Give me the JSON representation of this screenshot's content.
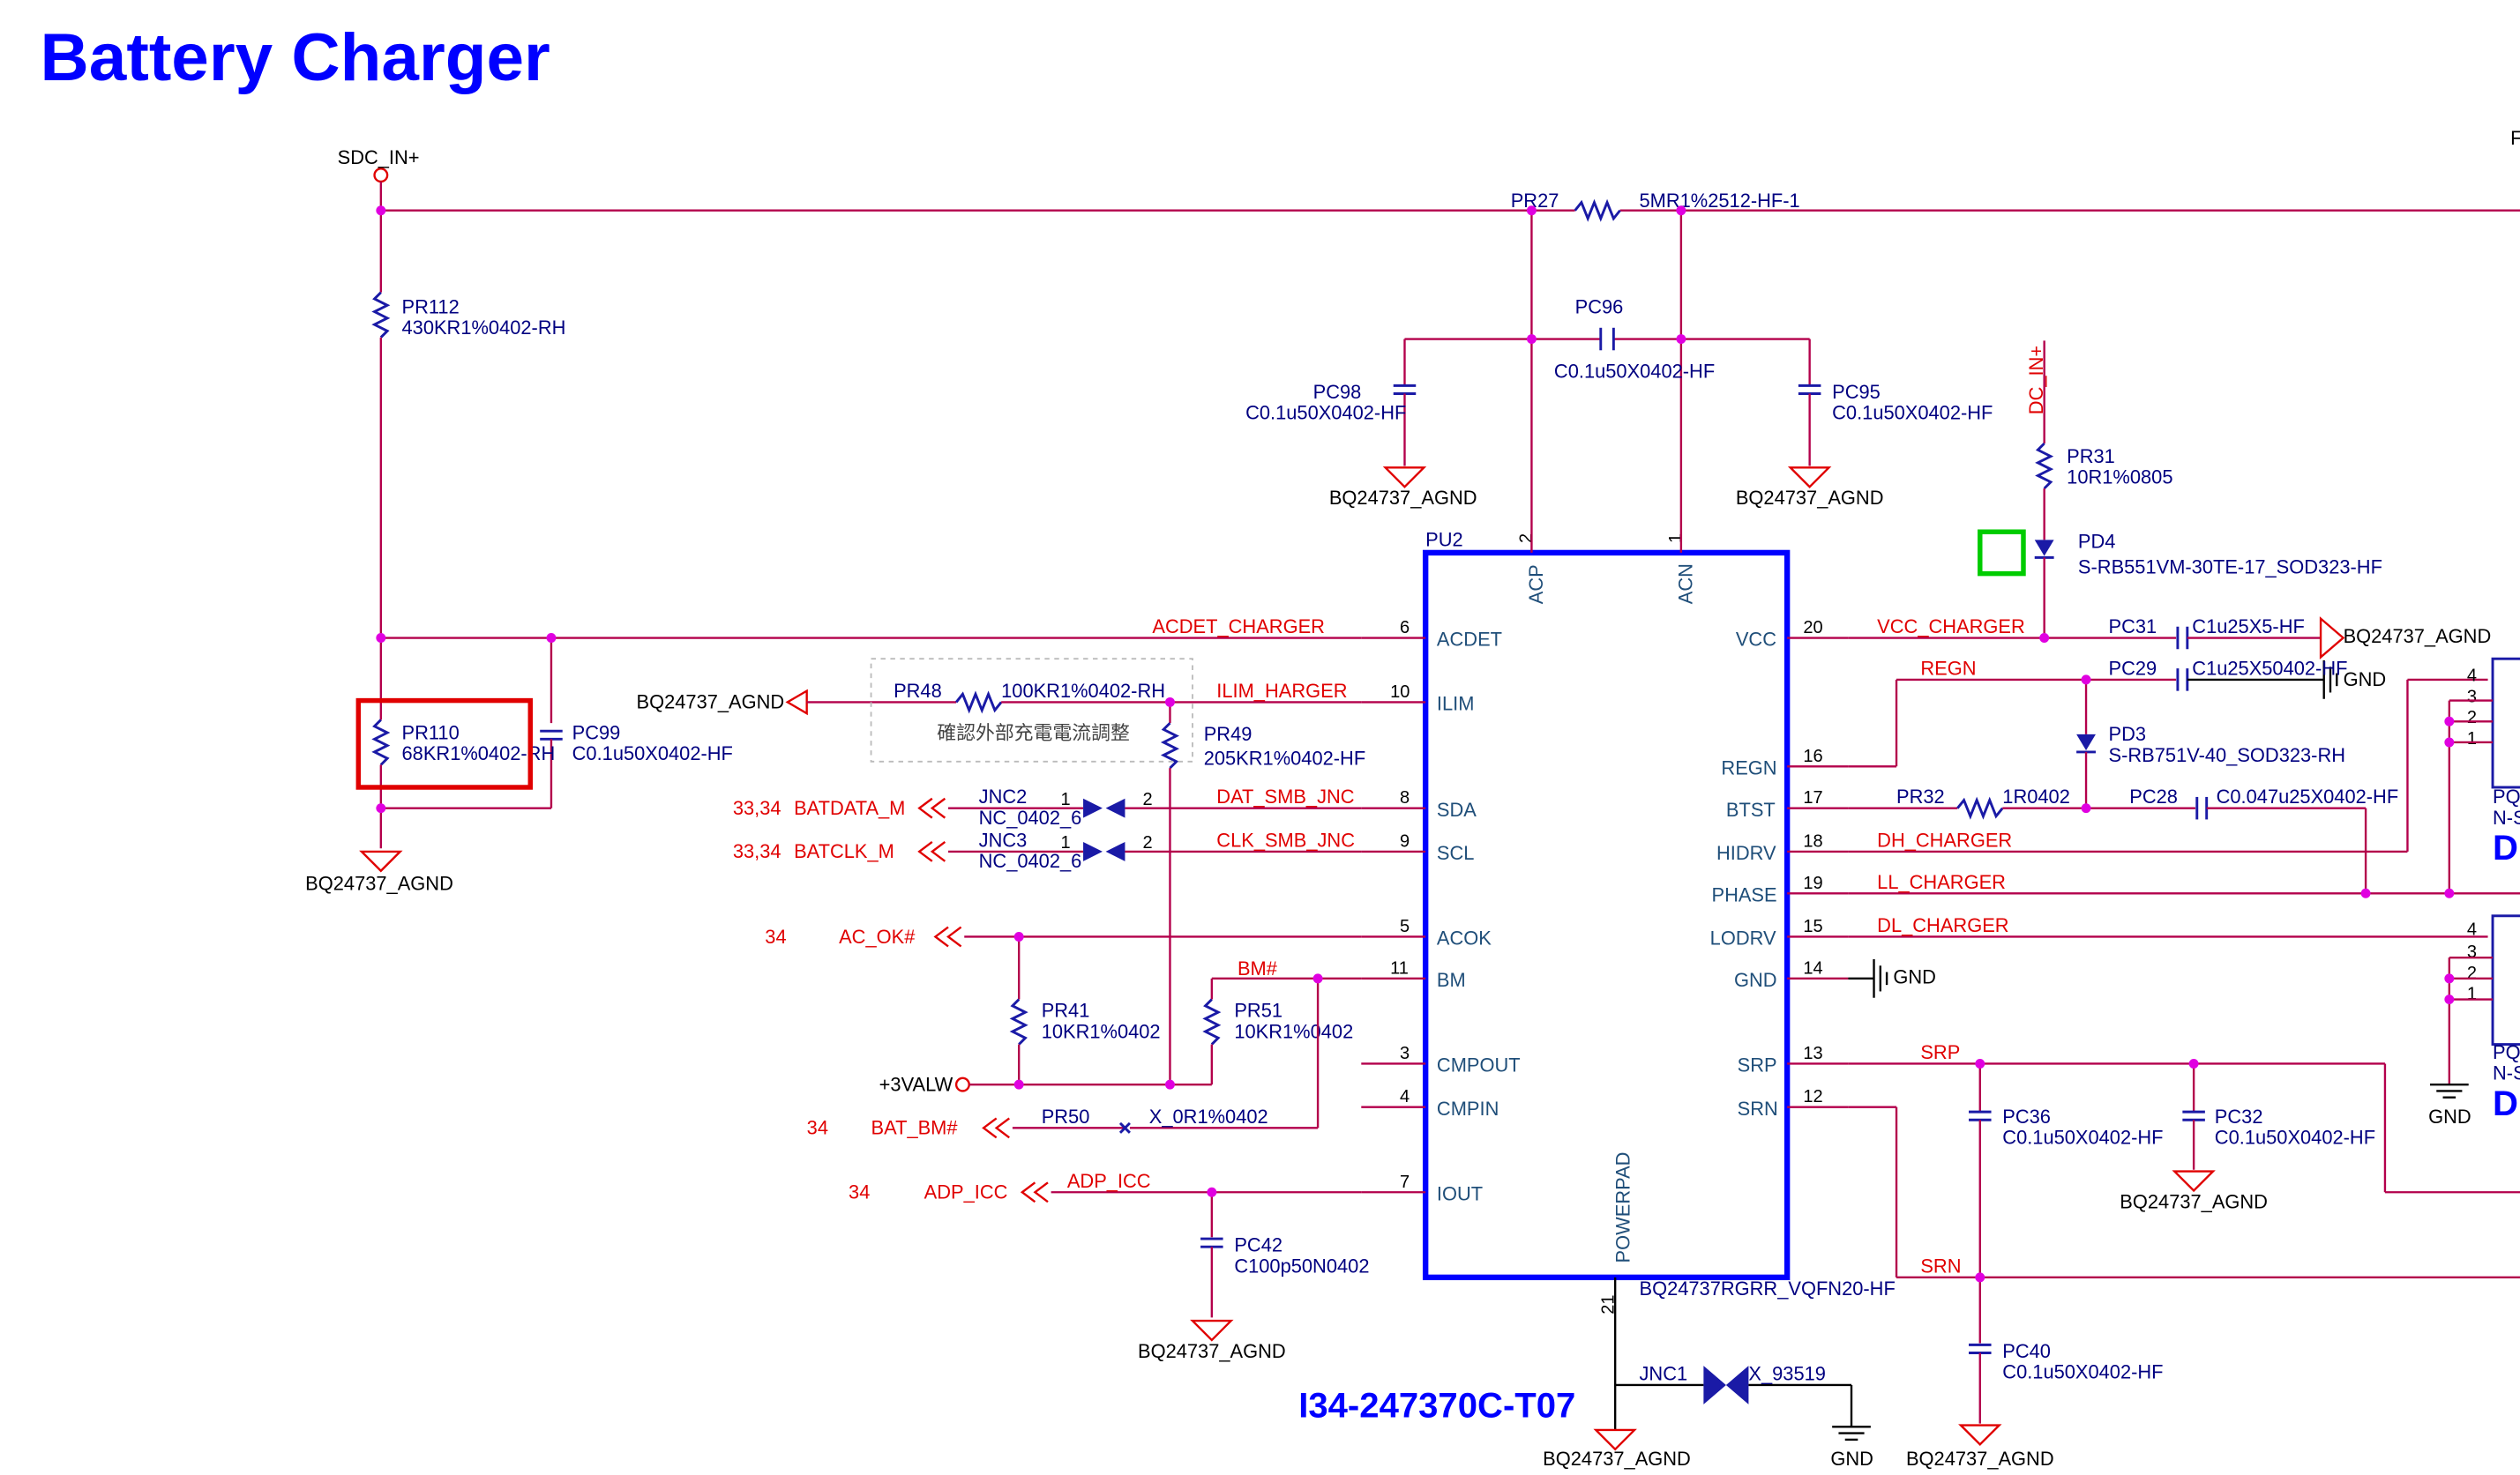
{
  "title": "Battery Charger",
  "ic": {
    "ref": "PU2",
    "part": "BQ24737RGRR_VQFN20-HF",
    "pcb_label": "I34-247370C-T07",
    "pins_left": [
      {
        "num": "6",
        "name": "ACDET"
      },
      {
        "num": "10",
        "name": "ILIM"
      },
      {
        "num": "8",
        "name": "SDA"
      },
      {
        "num": "9",
        "name": "SCL"
      },
      {
        "num": "5",
        "name": "ACOK"
      },
      {
        "num": "11",
        "name": "BM"
      },
      {
        "num": "3",
        "name": "CMPOUT"
      },
      {
        "num": "4",
        "name": "CMPIN"
      },
      {
        "num": "7",
        "name": "IOUT"
      }
    ],
    "pins_right": [
      {
        "num": "20",
        "name": "VCC"
      },
      {
        "num": "16",
        "name": "REGN"
      },
      {
        "num": "17",
        "name": "BTST"
      },
      {
        "num": "18",
        "name": "HIDRV"
      },
      {
        "num": "19",
        "name": "PHASE"
      },
      {
        "num": "15",
        "name": "LODRV"
      },
      {
        "num": "14",
        "name": "GND"
      },
      {
        "num": "13",
        "name": "SRP"
      },
      {
        "num": "12",
        "name": "SRN"
      }
    ],
    "pins_top": [
      {
        "num": "2",
        "name": "ACP"
      },
      {
        "num": "1",
        "name": "ACN"
      }
    ],
    "pin_bottom": {
      "num": "21",
      "name": "POWERPAD"
    }
  },
  "components": {
    "pr27": {
      "ref": "PR27",
      "value": "5MR1%2512-HF-1"
    },
    "pr112": {
      "ref": "PR112",
      "value": "430KR1%0402-RH"
    },
    "pr110": {
      "ref": "PR110",
      "value": "68KR1%0402-RH"
    },
    "pc99": {
      "ref": "PC99",
      "value": "C0.1u50X0402-HF"
    },
    "pc96": {
      "ref": "PC96",
      "value": "C0.1u50X0402-HF"
    },
    "pc98": {
      "ref": "PC98",
      "value": "C0.1u50X0402-HF"
    },
    "pc95": {
      "ref": "PC95",
      "value": "C0.1u50X0402-HF"
    },
    "pr48": {
      "ref": "PR48",
      "value": "100KR1%0402-RH"
    },
    "pr49": {
      "ref": "PR49",
      "value": "205KR1%0402-HF"
    },
    "jnc2": {
      "ref": "JNC2",
      "value": "NC_0402_6"
    },
    "jnc3": {
      "ref": "JNC3",
      "value": "NC_0402_6"
    },
    "pr41": {
      "ref": "PR41",
      "value": "10KR1%0402"
    },
    "pr51": {
      "ref": "PR51",
      "value": "10KR1%0402"
    },
    "pr50": {
      "ref": "PR50",
      "value": "X_0R1%0402"
    },
    "pc42": {
      "ref": "PC42",
      "value": "C100p50N0402"
    },
    "pr31": {
      "ref": "PR31",
      "value": "10R1%0805"
    },
    "pd4": {
      "ref": "PD4",
      "value": "S-RB551VM-30TE-17_SOD323-HF"
    },
    "pc31": {
      "ref": "PC31",
      "value": "C1u25X5-HF"
    },
    "pc29": {
      "ref": "PC29",
      "value": "C1u25X50402-HF"
    },
    "pd3": {
      "ref": "PD3",
      "value": "S-RB751V-40_SOD323-RH"
    },
    "pr32": {
      "ref": "PR32",
      "value": "1R0402"
    },
    "pc28": {
      "ref": "PC28",
      "value": "C0.047u25X0402-HF"
    },
    "pc36": {
      "ref": "PC36",
      "value": "C0.1u50X0402-HF"
    },
    "pc32": {
      "ref": "PC32",
      "value": "C0.1u50X0402-HF"
    },
    "pc40": {
      "ref": "PC40",
      "value": "C0.1u50X0402-HF"
    },
    "jnc1": {
      "ref": "JNC1",
      "value": "X_93519"
    }
  },
  "nets": {
    "sdc_in": "SDC_IN+",
    "dc_in": "DC_IN+",
    "acdet": "ACDET_CHARGER",
    "ilim": "ILIM_HARGER",
    "dat_smb": "DAT_SMB_JNC",
    "clk_smb": "CLK_SMB_JNC",
    "batdata": "BATDATA_M",
    "batclk": "BATCLK_M",
    "ac_ok": "AC_OK#",
    "bm": "BM#",
    "bat_bm": "BAT_BM#",
    "adp_icc_port": "ADP_ICC",
    "adp_icc": "ADP_ICC",
    "v3": "+3VALW",
    "vcc": "VCC_CHARGER",
    "regn": "REGN",
    "dh": "DH_CHARGER",
    "ll": "LL_CHARGER",
    "dl": "DL_CHARGER",
    "srp": "SRP",
    "srn": "SRN"
  },
  "sheet_refs": {
    "batdata": "33,34",
    "batclk": "33,34",
    "ac_ok": "34",
    "bat_bm": "34",
    "adp_icc": "34"
  },
  "grounds": {
    "agnd": "BQ24737_AGND",
    "gnd": "GND"
  },
  "note": "確認外部充電電流調整",
  "right_edge": {
    "pq_top": "PQ",
    "ns_top": "N-S",
    "d_top": "D(",
    "pq_bot": "PQ",
    "ns_bot": "N-S",
    "d_bot": "D(",
    "pins_top": [
      "4",
      "3",
      "2",
      "1"
    ],
    "pins_bot": [
      "4",
      "3",
      "2",
      "1"
    ],
    "corner": "F"
  },
  "highlights": {
    "red_box": "PR110",
    "green_box": "PD4",
    "colors": {
      "red": "#e00000",
      "green": "#00cc00",
      "ic_outline": "#0000ff",
      "wire": "#b3004b",
      "junction": "#e000e0"
    }
  }
}
